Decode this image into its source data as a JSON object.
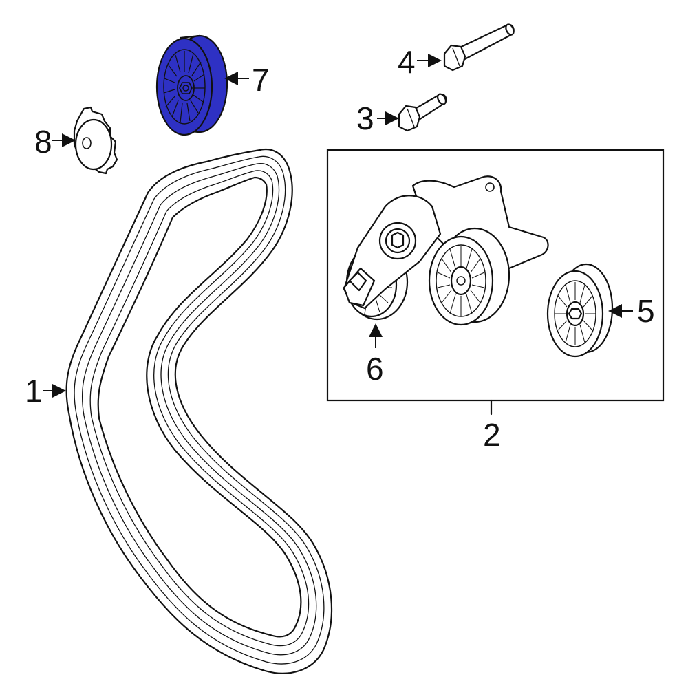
{
  "colors": {
    "highlight": "#2e31c4",
    "line": "#111111",
    "background": "#ffffff"
  },
  "callouts": [
    {
      "id": "1",
      "label": "1",
      "part": "serpentine-belt"
    },
    {
      "id": "2",
      "label": "2",
      "part": "tensioner-assembly"
    },
    {
      "id": "3",
      "label": "3",
      "part": "short-bolt"
    },
    {
      "id": "4",
      "label": "4",
      "part": "long-bolt"
    },
    {
      "id": "5",
      "label": "5",
      "part": "idler-pulley"
    },
    {
      "id": "6",
      "label": "6",
      "part": "tensioner-pulley"
    },
    {
      "id": "7",
      "label": "7",
      "part": "highlighted-idler-pulley",
      "highlighted": true
    },
    {
      "id": "8",
      "label": "8",
      "part": "pulley-dust-cap"
    }
  ]
}
